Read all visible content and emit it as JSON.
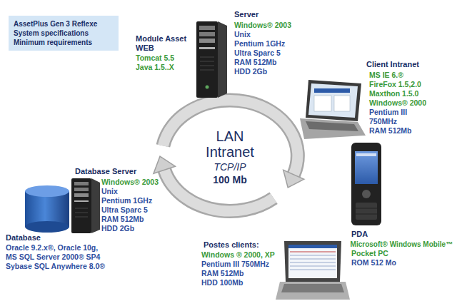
{
  "diagram": {
    "nodes": [
      {
        "text": [
          "AssetPlus Gen 3 Reflexe System specifications Minimum requirements"
        ]
      }
    ],
    "labels": [
      "Module Asset",
      "WEB",
      "Tomcat 5.5",
      "Java 1.5..X",
      "Server",
      "Windows® 2003",
      "Unix",
      "Pentium 1GHz",
      "Ultra Sparc 5",
      "RAM 512Mb",
      "HDD 2Gb",
      "Client Intranet",
      "MS IE 6.®",
      "FireFox 1.5,2.0",
      "Maxthon 1.5.0",
      "Windows® 2000",
      "Pentium III",
      "750MHz",
      "RAM 512Mb",
      "LAN Intranet",
      "TCP/IP",
      "100 Mb",
      "Database Server",
      "Windows® 2003",
      "Unix",
      "Pentium 1GHz",
      "Ultra Sparc 5",
      "RAM 512Mb",
      "HDD 2Gb",
      "Database",
      "Oracle 9.2.x®, Oracle 10g,",
      "MS SQL Server 2000® SP4",
      "Sybase SQL Anywhere 8.0®",
      "PDA",
      "Microsoft® Windows Mobile™",
      "Pocket PC",
      "ROM 512 Mo",
      "Postes clients:",
      "Windows ® 2000, XP",
      "Pentium III 750MHz",
      "RAM 512Mb",
      "HDD 100Mb"
    ]
  }
}
